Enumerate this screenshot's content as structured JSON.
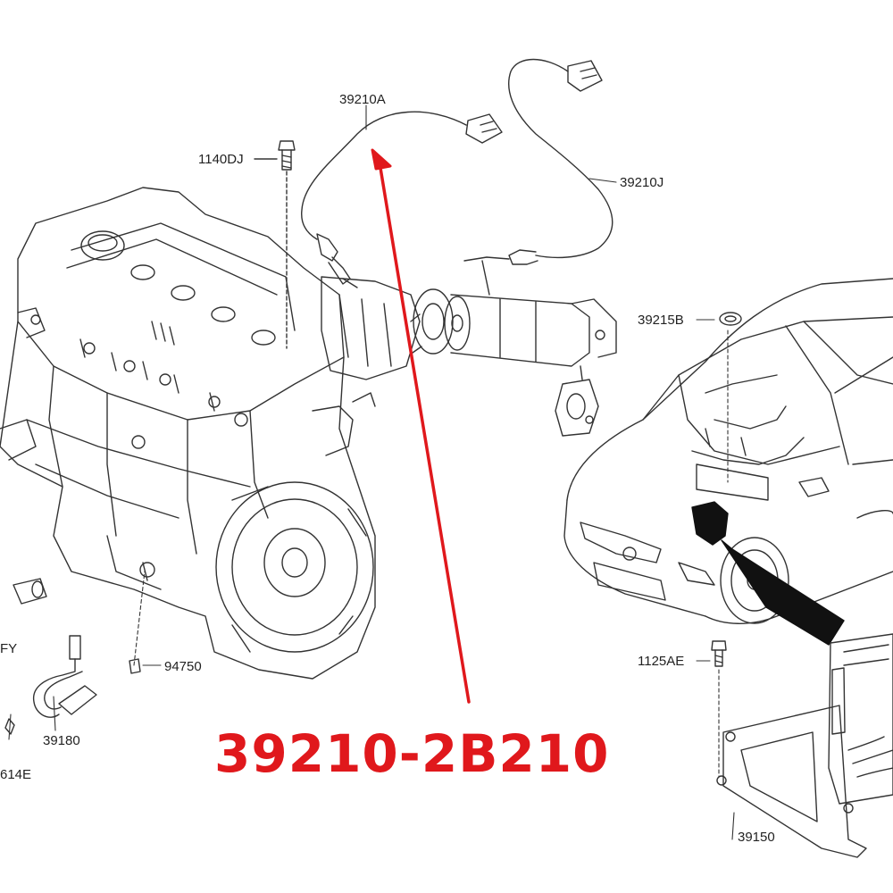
{
  "callouts": {
    "c39210A": "39210A",
    "c1140DJ": "1140DJ",
    "c39210J": "39210J",
    "c39215B": "39215B",
    "c1125AE": "1125AE",
    "c94750": "94750",
    "c39180": "39180",
    "c39150": "39150",
    "cFY": "FY",
    "c614E": "614E"
  },
  "highlight": {
    "part_number": "39210-2B210",
    "color": "#e0181c"
  },
  "colors": {
    "line_art": "#333333",
    "label_text": "#222222"
  }
}
